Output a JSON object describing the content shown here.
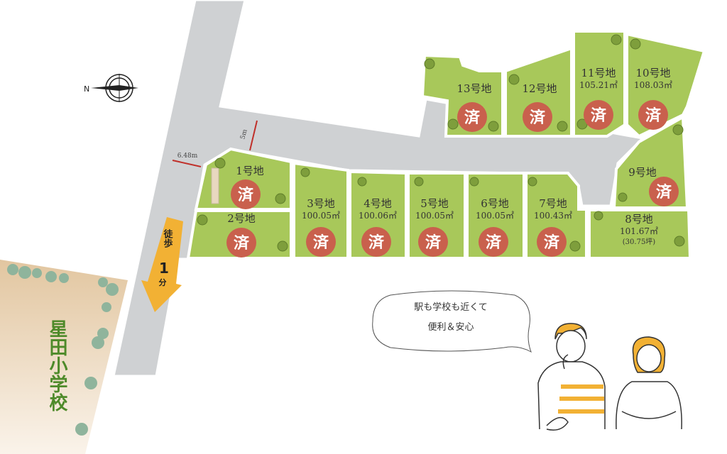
{
  "compass": {
    "north_label": "N"
  },
  "road": {
    "width_main": "6.48m",
    "width_branch": "5m"
  },
  "walk_sign": {
    "line1": "徒歩",
    "minutes": "1",
    "unit": "分"
  },
  "school": {
    "name": "星田小学校"
  },
  "sold_mark": "済",
  "lots": [
    {
      "name": "1号地",
      "area": "",
      "sold": true
    },
    {
      "name": "2号地",
      "area": "",
      "sold": true
    },
    {
      "name": "3号地",
      "area": "100.05㎡",
      "sold": true
    },
    {
      "name": "4号地",
      "area": "100.06㎡",
      "sold": true
    },
    {
      "name": "5号地",
      "area": "100.05㎡",
      "sold": true
    },
    {
      "name": "6号地",
      "area": "100.05㎡",
      "sold": true
    },
    {
      "name": "7号地",
      "area": "100.43㎡",
      "sold": true
    },
    {
      "name": "8号地",
      "area": "101.67㎡",
      "tsubo": "(30.75坪)",
      "sold": false
    },
    {
      "name": "9号地",
      "area": "",
      "sold": true
    },
    {
      "name": "10号地",
      "area": "108.03㎡",
      "sold": true
    },
    {
      "name": "11号地",
      "area": "105.21㎡",
      "sold": true
    },
    {
      "name": "12号地",
      "area": "",
      "sold": true
    },
    {
      "name": "13号地",
      "area": "",
      "sold": true
    }
  ],
  "speech": {
    "line1": "駅も学校も近くて",
    "line2": "便利＆安心"
  },
  "colors": {
    "lot": "#a8c85a",
    "road": "#cfd1d3",
    "sold": "#c9604d",
    "arrow": "#f2b134",
    "school": "#e9cfae",
    "school_text": "#4e8a2a"
  }
}
